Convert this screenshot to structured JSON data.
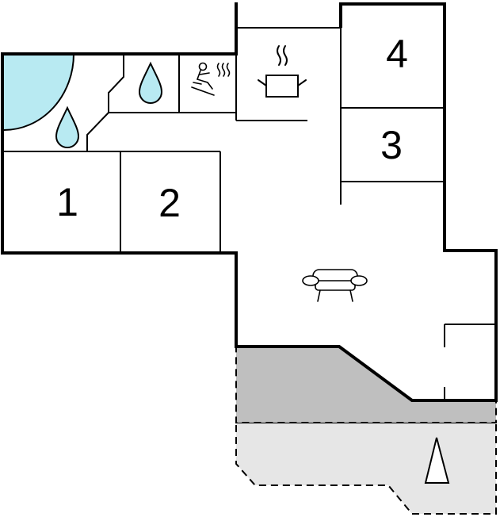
{
  "colors": {
    "wall": "#000000",
    "floor": "#ffffff",
    "water": "#b8eaf2",
    "covered_terrace": "#bfbfbf",
    "open_terrace": "#e6e6e6"
  },
  "rooms": {
    "bedroom_1": {
      "label": "1"
    },
    "bedroom_2": {
      "label": "2"
    },
    "bedroom_3": {
      "label": "3"
    },
    "bedroom_4": {
      "label": "4"
    }
  },
  "icons": {
    "pool": "pool-icon",
    "shower_1": "water-drop-icon",
    "shower_2": "water-drop-icon",
    "sauna": "sauna-icon",
    "kitchen": "cooking-pot-icon",
    "living_room": "sofa-icon",
    "north": "north-arrow-icon"
  }
}
